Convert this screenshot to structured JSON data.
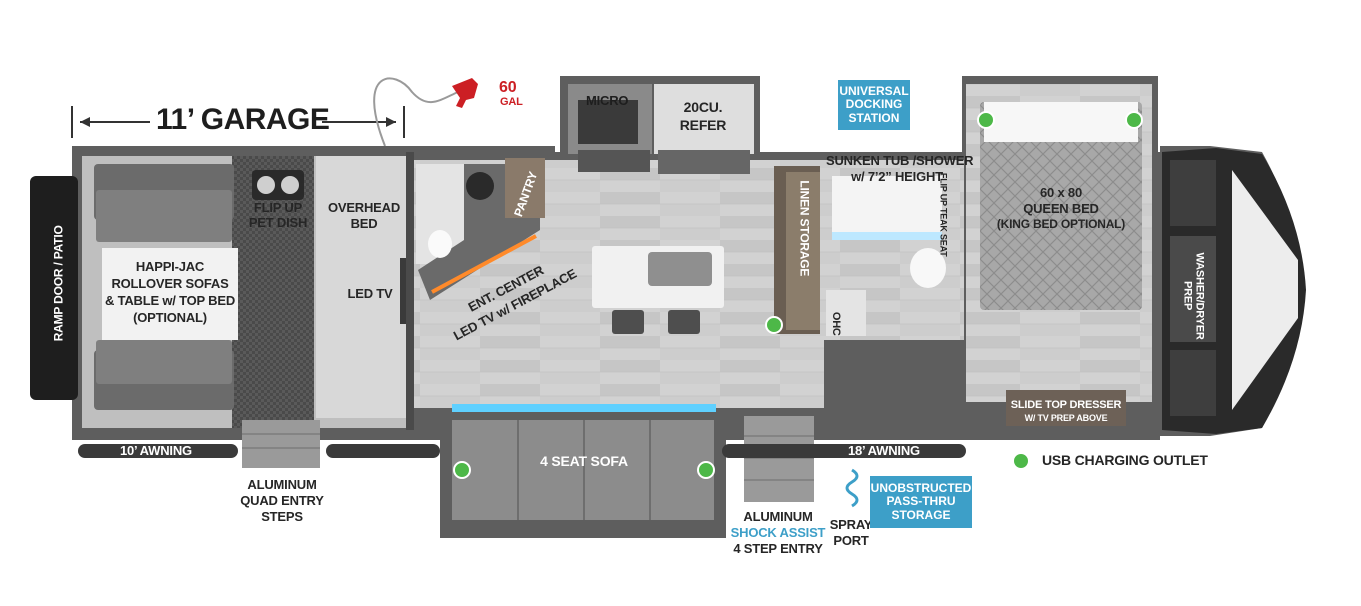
{
  "colors": {
    "wall": "#5a5a5a",
    "floor": "#c9c9c9",
    "callout_blue": "#3d9fc8",
    "fuel_red": "#cc1f24",
    "usb_green": "#4db848",
    "led_blue": "#5fd0ff"
  },
  "icons": [
    "fuel-pump-icon",
    "usb-outlet-icon",
    "sink-icon",
    "toilet-icon",
    "pillow-icon",
    "brand-logo"
  ],
  "labels": {
    "garage": "11’ GARAGE",
    "fuel_amount": "60",
    "fuel_unit": "GAL",
    "ramp_door": "RAMP DOOR / PATIO",
    "sofas_line1": "HAPPI-JAC",
    "sofas_line2": "ROLLOVER SOFAS",
    "sofas_line3": "& TABLE w/ TOP BED",
    "sofas_line4": "(OPTIONAL)",
    "pet_dish_1": "FLIP UP",
    "pet_dish_2": "PET DISH",
    "overhead_1": "OVERHEAD",
    "overhead_2": "BED",
    "led_tv": "LED TV",
    "micro": "MICRO",
    "refer_1": "20CU.",
    "refer_2": "REFER",
    "pantry": "PANTRY",
    "ent_1": "ENT. CENTER",
    "ent_2": "LED TV w/ FIREPLACE",
    "linen": "LINEN STORAGE",
    "ohc": "OHC",
    "docking": "UNIVERSAL DOCKING STATION",
    "tub_1": "SUNKEN TUB /SHOWER",
    "tub_2": "w/ 7’2” HEIGHT",
    "teak": "FLIP UP TEAK SEAT",
    "bed_1": "60 x 80",
    "bed_2": "QUEEN BED",
    "bed_3": "(KING BED OPTIONAL)",
    "washer": "WASHER/DRYER PREP",
    "dresser_1": "SLIDE TOP DRESSER",
    "dresser_2": "W/ TV PREP ABOVE",
    "awning_10": "10’ AWNING",
    "awning_18": "18’ AWNING",
    "quad_1": "ALUMINUM",
    "quad_2": "QUAD ENTRY",
    "quad_3": "STEPS",
    "sofa": "4 SEAT SOFA",
    "shock_1": "ALUMINUM",
    "shock_2": "SHOCK ASSIST",
    "shock_3": "4 STEP ENTRY",
    "spray_1": "SPRAY",
    "spray_2": "PORT",
    "passthru": "UNOBSTRUCTED PASS-THRU STORAGE",
    "usb_legend": "USB CHARGING OUTLET"
  }
}
